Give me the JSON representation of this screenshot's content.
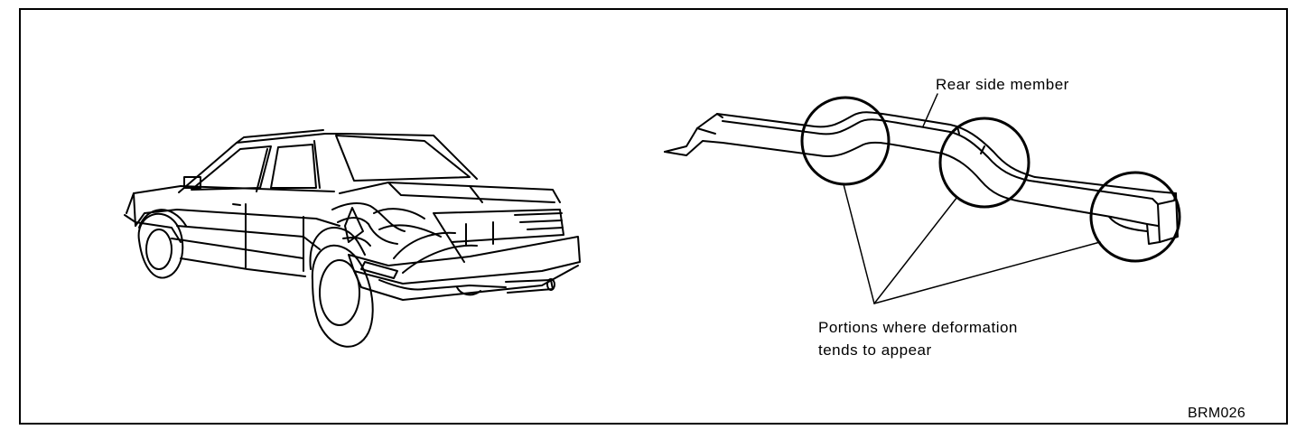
{
  "figure": {
    "labels": {
      "rear_side_member": "Rear side member",
      "deformation_line1": "Portions where deformation",
      "deformation_line2": "tends to appear"
    },
    "figure_code": "BRM026"
  },
  "illustrations": {
    "left": "damaged-sedan-rear-impact",
    "right": "rear-side-member-with-circled-deformation-zones"
  },
  "colors": {
    "ink": "#000000",
    "paper": "#ffffff"
  }
}
